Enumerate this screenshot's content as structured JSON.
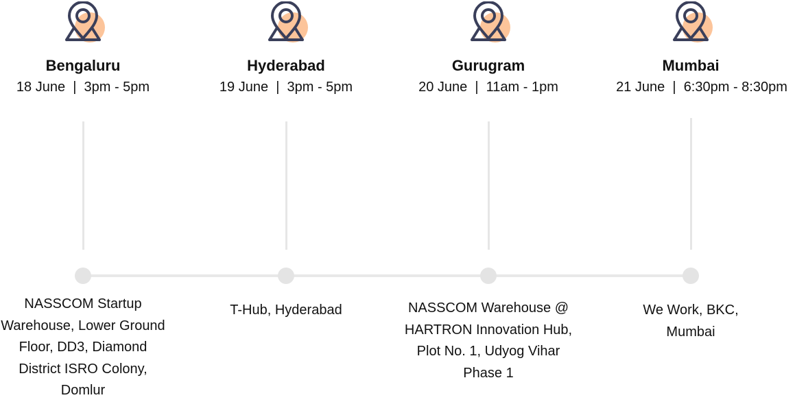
{
  "colors": {
    "pin_stroke": "#3a3f5a",
    "pin_accent": "#fcc49a",
    "line": "#e6e6e6",
    "dot": "#e4e4e4"
  },
  "icon": "map-pin-icon",
  "stops": [
    {
      "city": "Bengaluru",
      "when": "18 June  |  3pm - 5pm",
      "venue": "NASSCOM Startup Warehouse, Lower Ground Floor, DD3, Diamond District ISRO Colony, Domlur"
    },
    {
      "city": "Hyderabad",
      "when": "19 June  |  3pm - 5pm",
      "venue": "T-Hub, Hyderabad"
    },
    {
      "city": "Gurugram",
      "when": "20 June  |  11am - 1pm",
      "venue": "NASSCOM Warehouse @ HARTRON Innovation Hub, Plot No. 1, Udyog Vihar Phase 1"
    },
    {
      "city": "Mumbai",
      "when": "21 June  |  6:30pm - 8:30pm",
      "venue": "We Work, BKC, Mumbai"
    }
  ]
}
